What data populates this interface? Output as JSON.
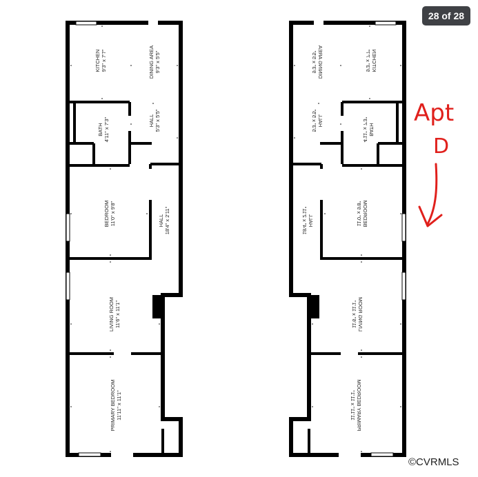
{
  "gallery": {
    "counter": "28 of 28",
    "watermark": "©CVRMLS"
  },
  "floorplan": {
    "rooms": {
      "kitchen": {
        "name": "KITCHEN",
        "dims": "9'3\" x 7'7\""
      },
      "dining": {
        "name": "DINING AREA",
        "dims": "9'3\" x 5'5\""
      },
      "hall_top": {
        "name": "HALL",
        "dims": "5'3\" x 5'5\""
      },
      "bath": {
        "name": "BATH",
        "dims": "4'11\" x 7'3\""
      },
      "bedroom": {
        "name": "BEDROOM",
        "dims": "11'0\" x 9'8\""
      },
      "hall_long": {
        "name": "HALL",
        "dims": "18'4\" x 2'11\""
      },
      "living": {
        "name": "LIVING ROOM",
        "dims": "11'6\" x 11'1\""
      },
      "primary": {
        "name": "PRIMARY BEDROOM",
        "dims": "11'11\" x 11'1\""
      }
    },
    "annotation": {
      "apt": "Apt",
      "letter": "D"
    },
    "ink_color": "#e0201c"
  }
}
